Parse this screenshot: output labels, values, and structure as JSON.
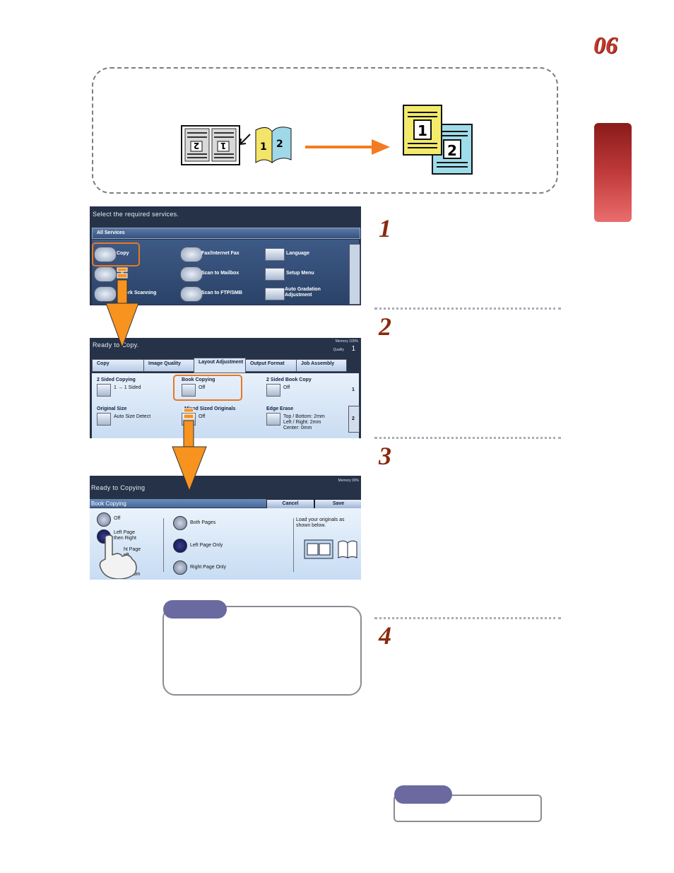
{
  "page": {
    "chapter_number": "06",
    "colors": {
      "accent": "#c0392b",
      "arrow": "#f7931e",
      "step_number": "#8b2a0c",
      "note_pill": "#6a6aa0"
    }
  },
  "steps": [
    "1",
    "2",
    "3",
    "4"
  ],
  "screen1": {
    "header": "Select the required services.",
    "section": "All Services",
    "services": [
      "Copy",
      "Fax/Internet Fax",
      "Language",
      "il",
      "Scan to Mailbox",
      "Setup Menu",
      "ork Scanning",
      "Scan to FTP/SMB",
      "Auto Gradation Adjustment"
    ]
  },
  "screen2": {
    "header": "Ready to Copy.",
    "memory": "Memory 100%",
    "quantity_label": "Quality",
    "quantity": "1",
    "tabs": [
      "Copy",
      "Image Quality",
      "Layout Adjustment",
      "Output Format",
      "Job Assembly"
    ],
    "items": [
      {
        "title": "2 Sided Copying",
        "value": "1 → 1 Sided"
      },
      {
        "title": "Book Copying",
        "value": "Off"
      },
      {
        "title": "2 Sided Book Copy",
        "value": "Off"
      },
      {
        "title": "Original Size",
        "value": "Auto Size Detect"
      },
      {
        "title": "Mixed Sized Originals",
        "value": "Off"
      },
      {
        "title": "Edge Erase",
        "value": "Top / Bottom: 2mm\nLeft / Right: 2mm\nCenter: 0mm"
      }
    ],
    "pages": [
      "1",
      "2"
    ]
  },
  "screen3": {
    "header": "Ready to Copying",
    "memory": "Memory 00%",
    "bar_title": "Book Copying",
    "cancel": "Cancel",
    "save": "Save",
    "options_left": [
      "Off",
      "Left Page then Right",
      "ht Page eft",
      "age ottom"
    ],
    "options_mid": [
      "Both Pages",
      "Left Page Only",
      "Right Page Only"
    ],
    "instruction": "Load your originals as shown below."
  }
}
